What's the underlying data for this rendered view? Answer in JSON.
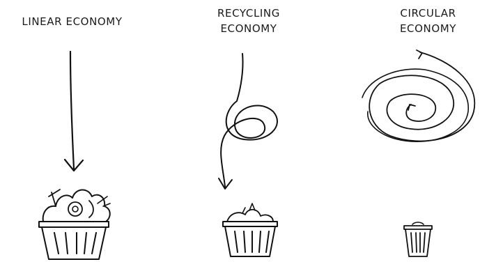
{
  "columns": [
    {
      "key": "linear",
      "title_lines": [
        "LINEAR ECONOMY"
      ]
    },
    {
      "key": "recycling",
      "title_lines": [
        "RECYCLING",
        "ECONOMY"
      ]
    },
    {
      "key": "circular",
      "title_lines": [
        "CIRCULAR",
        "ECONOMY"
      ]
    }
  ],
  "colors": {
    "ink": "#111111",
    "background": "#ffffff"
  },
  "icons": [
    "down-arrow-icon",
    "loop-arrow-icon",
    "spiral-arrow-icon",
    "trash-bin-icon"
  ]
}
